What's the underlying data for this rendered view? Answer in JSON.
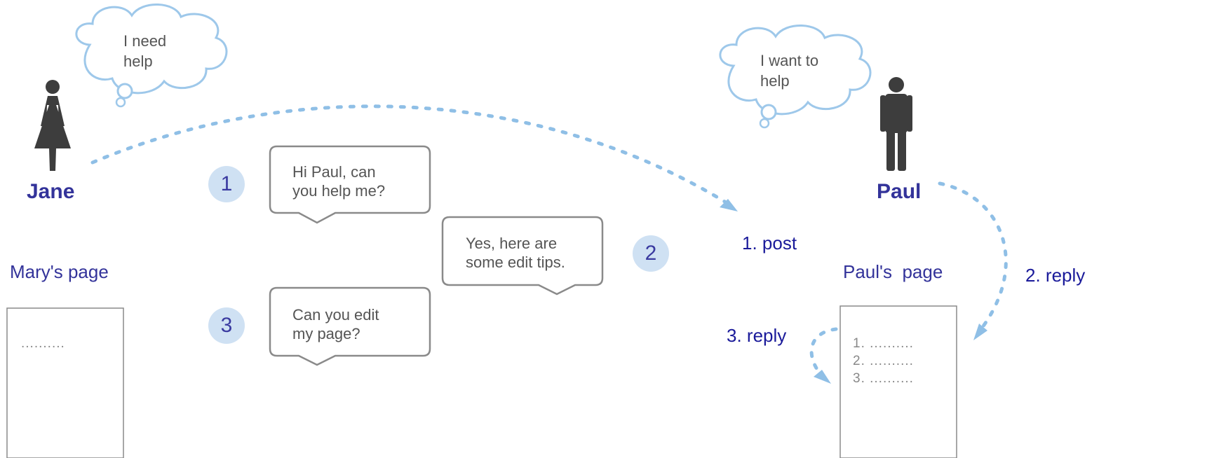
{
  "people": {
    "jane": {
      "name": "Jane",
      "thought": [
        "I need",
        "help"
      ]
    },
    "paul": {
      "name": "Paul",
      "thought": [
        "I want to",
        "help"
      ]
    }
  },
  "steps": [
    {
      "number": "1",
      "message": [
        "Hi Paul, can",
        "you help me?"
      ]
    },
    {
      "number": "2",
      "message": [
        "Yes, here are",
        "some edit tips."
      ]
    },
    {
      "number": "3",
      "message": [
        "Can you edit",
        "my page?"
      ]
    }
  ],
  "pages": {
    "mary": {
      "title": "Mary's page",
      "lines": [
        ".........."
      ]
    },
    "paul": {
      "title": "Paul's  page",
      "lines": [
        "1. ..........",
        "2. ..........",
        "3. .........."
      ]
    }
  },
  "arrows": {
    "post": "1. post",
    "reply_right": "2. reply",
    "reply_left": "3. reply"
  },
  "colors": {
    "name_text": "#33339a",
    "arrow": "#8fbfe6",
    "step_circle": "#cfe1f3",
    "outline": "#8a8a8a",
    "cloud_outline": "#9ec8ea",
    "figure": "#3d3d3d"
  },
  "icons": [
    "female-person-icon",
    "male-person-icon",
    "thought-cloud-icon",
    "speech-bubble-icon"
  ]
}
